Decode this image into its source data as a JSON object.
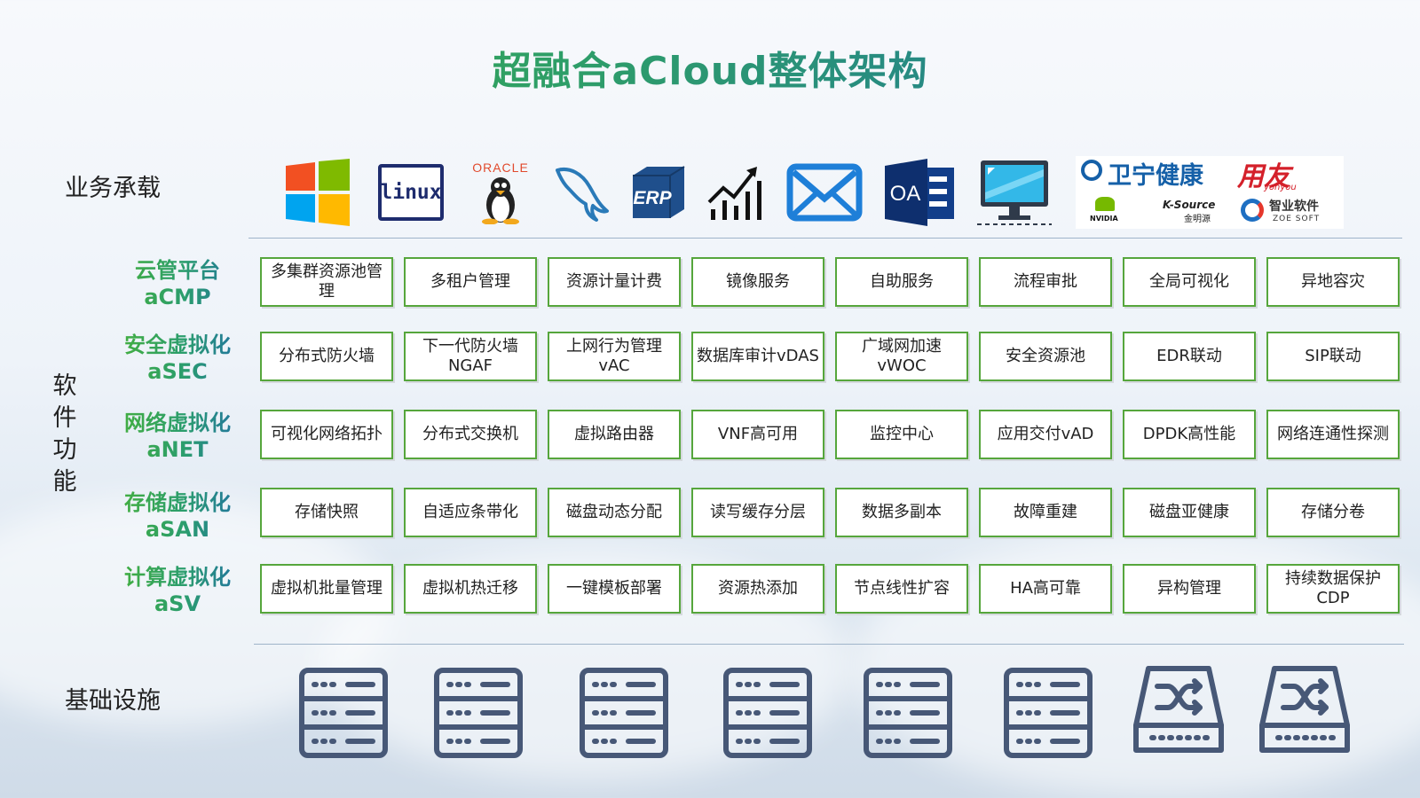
{
  "title": "超融合aCloud整体架构",
  "labels": {
    "business": "业务承载",
    "software_chars": [
      "软",
      "件",
      "功",
      "能"
    ],
    "infra": "基础设施"
  },
  "logos": {
    "linux": "linux",
    "oracle": "ORACLE",
    "erp": "ERP",
    "oa": "OA",
    "partners": {
      "weining": "卫宁健康",
      "yonyou": "用友",
      "yonyou_sub": "yonyou",
      "nvidia": "NVIDIA",
      "ksource": "K-Source",
      "ksource_sub": "金明源",
      "zoe": "智业软件",
      "zoe_sub": "ZOE SOFT"
    }
  },
  "categories": [
    {
      "name": "云管平台",
      "code": "aCMP",
      "items": [
        "多集群资源池管理",
        "多租户管理",
        "资源计量计费",
        "镜像服务",
        "自助服务",
        "流程审批",
        "全局可视化",
        "异地容灾"
      ]
    },
    {
      "name": "安全虚拟化",
      "code": "aSEC",
      "items": [
        "分布式防火墙",
        "下一代防火墙 NGAF",
        "上网行为管理 vAC",
        "数据库审计vDAS",
        "广域网加速 vWOC",
        "安全资源池",
        "EDR联动",
        "SIP联动"
      ]
    },
    {
      "name": "网络虚拟化",
      "code": "aNET",
      "items": [
        "可视化网络拓扑",
        "分布式交换机",
        "虚拟路由器",
        "VNF高可用",
        "监控中心",
        "应用交付vAD",
        "DPDK高性能",
        "网络连通性探测"
      ]
    },
    {
      "name": "存储虚拟化",
      "code": "aSAN",
      "items": [
        "存储快照",
        "自适应条带化",
        "磁盘动态分配",
        "读写缓存分层",
        "数据多副本",
        "故障重建",
        "磁盘亚健康",
        "存储分卷"
      ]
    },
    {
      "name": "计算虚拟化",
      "code": "aSV",
      "items": [
        "虚拟机批量管理",
        "虚拟机热迁移",
        "一键模板部署",
        "资源热添加",
        "节点线性扩容",
        "HA高可靠",
        "异构管理",
        "持续数据保护 CDP"
      ]
    }
  ],
  "infrastructure": [
    "server-icon",
    "server-icon",
    "server-icon",
    "server-icon",
    "server-icon",
    "server-icon",
    "switch-icon",
    "switch-icon"
  ],
  "colors": {
    "cell_border": "#56a63c",
    "icon": "#475877",
    "title_start": "#3cae3c",
    "title_end": "#1d6fa8"
  }
}
